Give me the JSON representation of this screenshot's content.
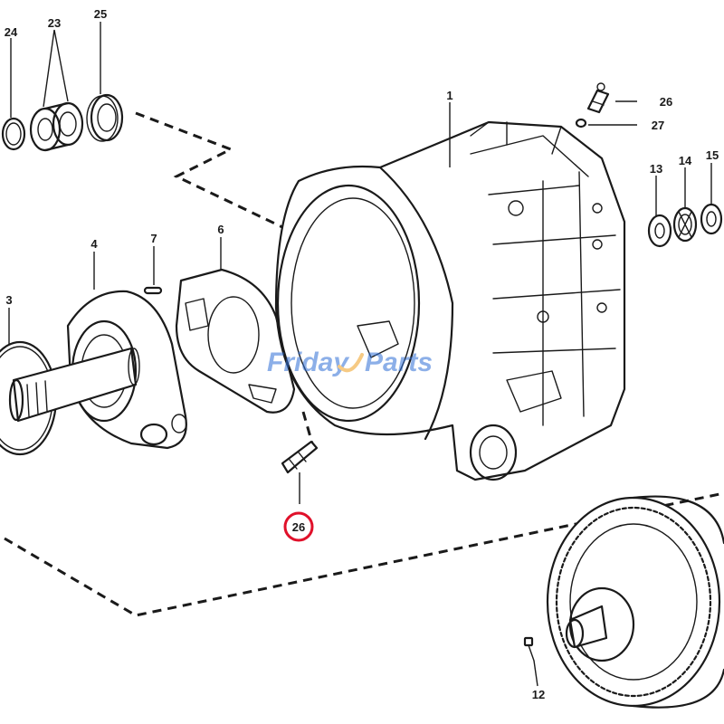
{
  "callouts": [
    {
      "id": "c1",
      "label": "1"
    },
    {
      "id": "c3",
      "label": "3"
    },
    {
      "id": "c4",
      "label": "4"
    },
    {
      "id": "c6",
      "label": "6"
    },
    {
      "id": "c7",
      "label": "7"
    },
    {
      "id": "c12",
      "label": "12"
    },
    {
      "id": "c13",
      "label": "13"
    },
    {
      "id": "c14",
      "label": "14"
    },
    {
      "id": "c15",
      "label": "15"
    },
    {
      "id": "c23",
      "label": "23"
    },
    {
      "id": "c24",
      "label": "24"
    },
    {
      "id": "c25",
      "label": "25"
    },
    {
      "id": "c26a",
      "label": "26"
    },
    {
      "id": "c26b",
      "label": "26"
    },
    {
      "id": "c27",
      "label": "27"
    }
  ],
  "highlight_color": "#e0102a",
  "watermark": {
    "text_part1": "Friday",
    "text_part2": "Parts",
    "color": "#2f6fd6",
    "accent_color": "#f0a020"
  }
}
